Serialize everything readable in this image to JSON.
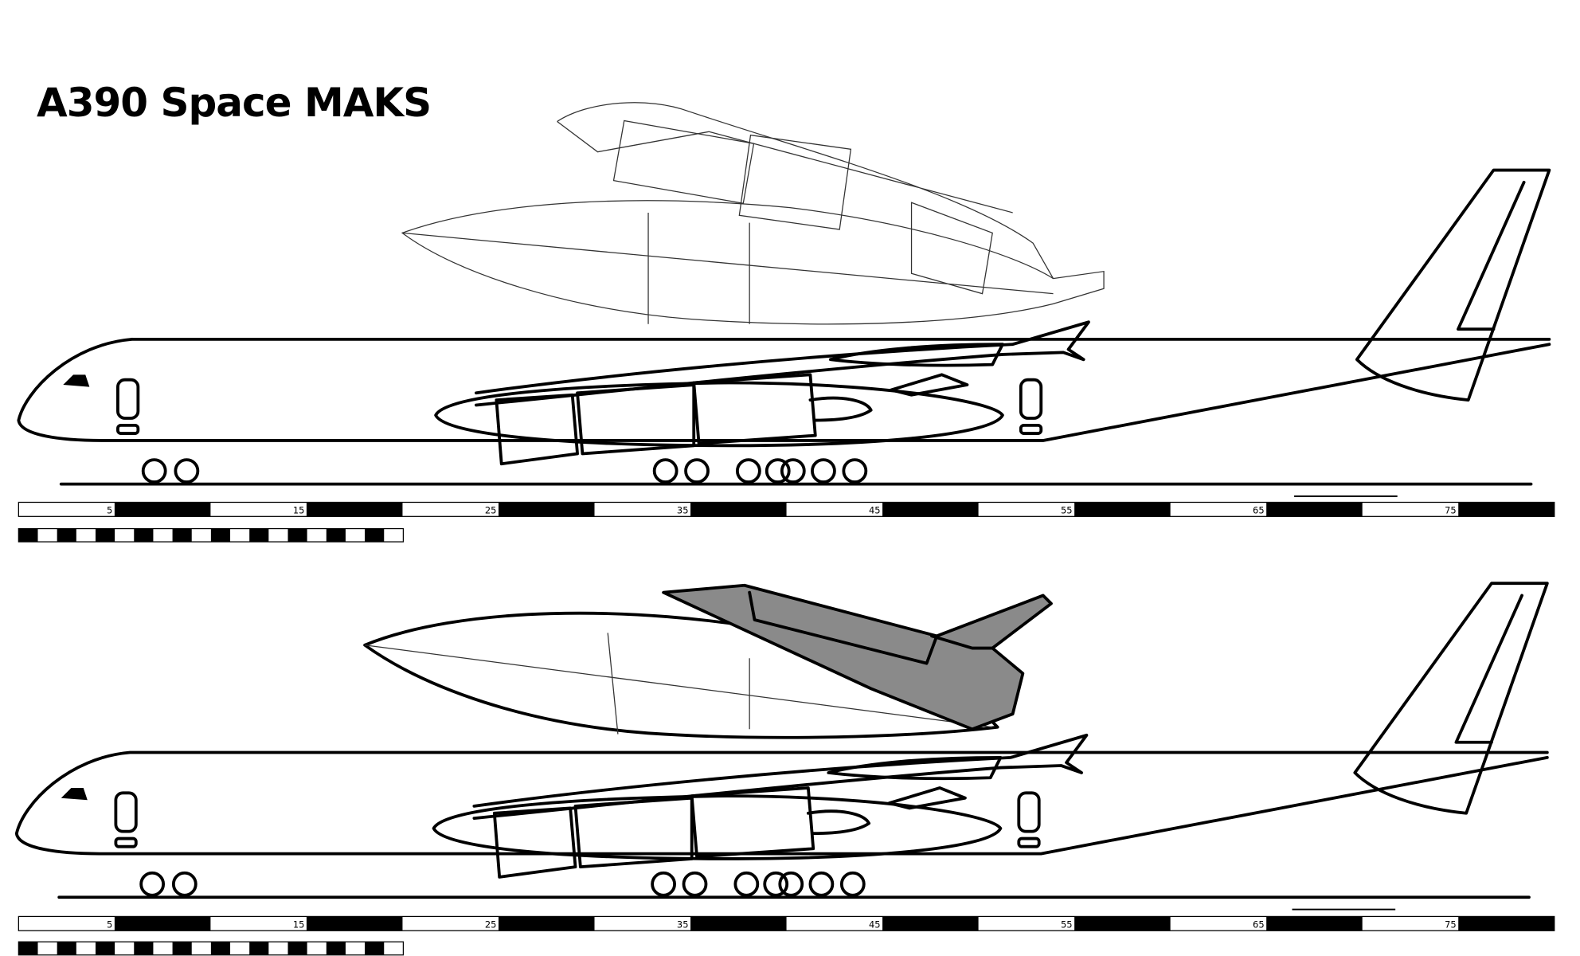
{
  "title": "A390 Space MAKS",
  "scale_bar": {
    "labels": [
      "5",
      "15",
      "25",
      "35",
      "45",
      "55",
      "65",
      "75"
    ],
    "small_segments": 20
  },
  "colors": {
    "line": "#000000",
    "orbiter_fill": "#8a8a8a",
    "background": "#ffffff"
  }
}
